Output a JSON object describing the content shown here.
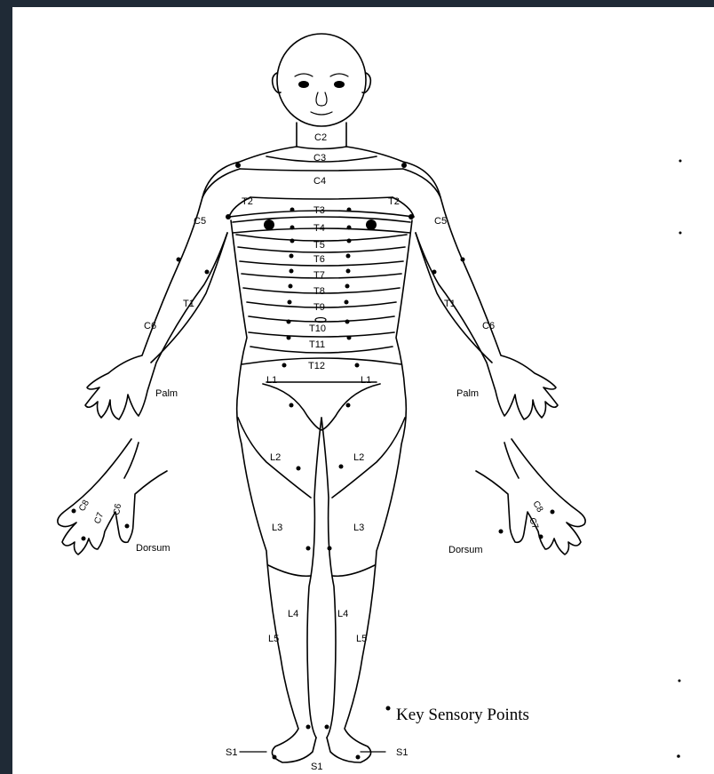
{
  "colors": {
    "frame": "#1f2a36",
    "sheet": "#ffffff",
    "ink": "#000000"
  },
  "labels": {
    "C2": "C2",
    "C3": "C3",
    "C4": "C4",
    "C5": "C5",
    "C6": "C6",
    "C7": "C7",
    "C8": "C8",
    "T1": "T1",
    "T2": "T2",
    "T3": "T3",
    "T4": "T4",
    "T5": "T5",
    "T6": "T6",
    "T7": "T7",
    "T8": "T8",
    "T9": "T9",
    "T10": "T10",
    "T11": "T11",
    "T12": "T12",
    "L1": "L1",
    "L2": "L2",
    "L3": "L3",
    "L4": "L4",
    "L5": "L5",
    "S1": "S1",
    "palm": "Palm",
    "dorsum": "Dorsum"
  },
  "legend": {
    "text": "Key Sensory Points"
  }
}
